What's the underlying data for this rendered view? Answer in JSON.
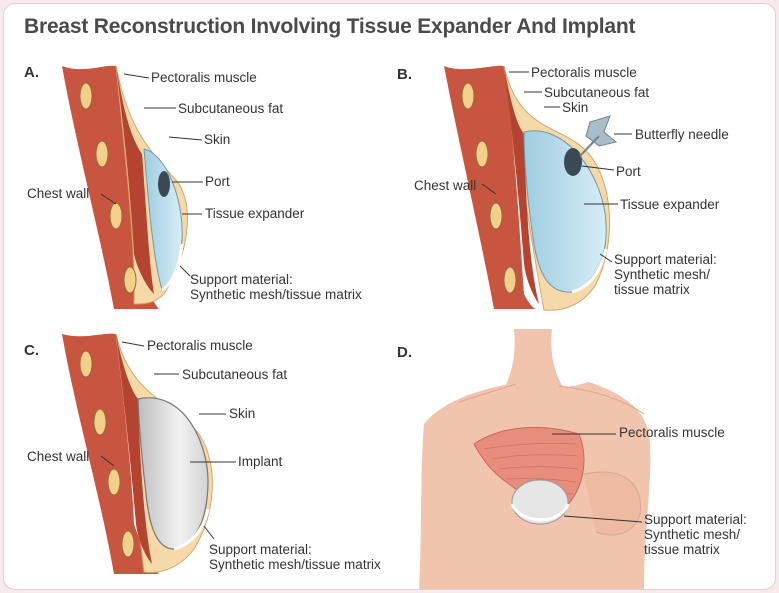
{
  "title": "Breast Reconstruction Involving Tissue Expander And Implant",
  "panels": {
    "a": {
      "letter": "A.",
      "pectoralis": "Pectoralis muscle",
      "fat": "Subcutaneous fat",
      "skin": "Skin",
      "port": "Port",
      "expander": "Tissue expander",
      "chest": "Chest wall",
      "support1": "Support material:",
      "support2": "Synthetic mesh/tissue matrix"
    },
    "b": {
      "letter": "B.",
      "pectoralis": "Pectoralis muscle",
      "fat": "Subcutaneous fat",
      "skin": "Skin",
      "needle": "Butterfly needle",
      "port": "Port",
      "chest": "Chest wall",
      "expander": "Tissue expander",
      "support1": "Support material:",
      "support2": "Synthetic mesh/",
      "support3": "tissue matrix"
    },
    "c": {
      "letter": "C.",
      "pectoralis": "Pectoralis muscle",
      "fat": "Subcutaneous fat",
      "skin": "Skin",
      "chest": "Chest wall",
      "implant": "Implant",
      "support1": "Support material:",
      "support2": "Synthetic mesh/tissue matrix"
    },
    "d": {
      "letter": "D.",
      "pectoralis": "Pectoralis muscle",
      "support1": "Support material:",
      "support2": "Synthetic mesh/",
      "support3": "tissue matrix"
    }
  },
  "colors": {
    "skin": "#f6d9a8",
    "muscle": "#c8553f",
    "bone": "#f2d08a",
    "expander": "#bfe0ee",
    "implant": "#e4e4e4",
    "body": "#f1c4ad"
  }
}
